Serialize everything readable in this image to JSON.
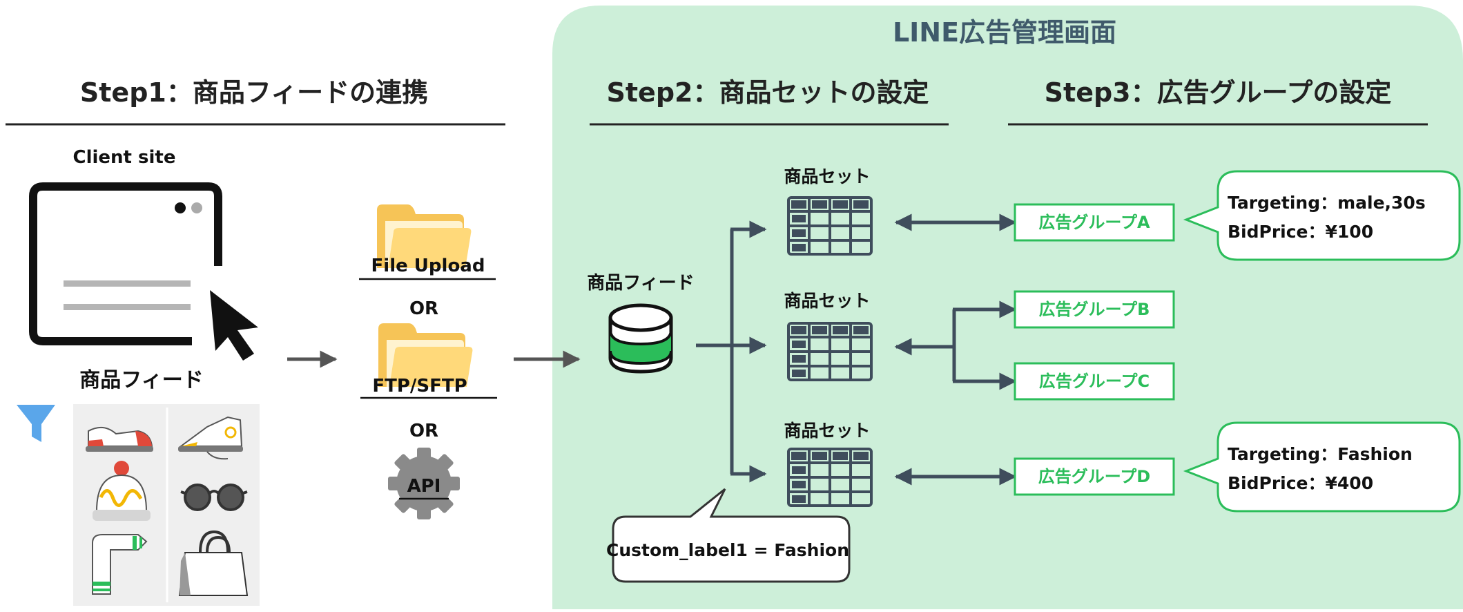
{
  "colors": {
    "panel": "#cdefd9",
    "accent_green": "#2bbd5a",
    "arrow": "#3f4d5c",
    "folder": "#ffd97a",
    "gear": "#8a8a8a",
    "filter": "#5aa6ea"
  },
  "panel_title": "LINE広告管理画面",
  "step1": {
    "title": "Step1：商品フィードの連携",
    "client_label": "Client site",
    "feed_label": "商品フィード",
    "methods": {
      "file_upload": "File Upload",
      "or_1": "OR",
      "ftp": "FTP/SFTP",
      "or_2": "OR",
      "api": "API"
    }
  },
  "step2": {
    "title": "Step2：商品セットの設定",
    "feed_label": "商品フィード",
    "set_label_1": "商品セット",
    "set_label_2": "商品セット",
    "set_label_3": "商品セット",
    "callout": "Custom_label1 = Fashion"
  },
  "step3": {
    "title": "Step3：広告グループの設定",
    "groups": [
      "広告グループA",
      "広告グループB",
      "広告グループC",
      "広告グループD"
    ],
    "bubble_a": {
      "line1": "Targeting：male,30s",
      "line2": "BidPrice：¥100"
    },
    "bubble_d": {
      "line1": "Targeting：Fashion",
      "line2": "BidPrice：¥400"
    }
  },
  "icons": [
    "filter-icon",
    "shoe-icon",
    "sneaker-icon",
    "beanie-icon",
    "sunglasses-icon",
    "scarf-icon",
    "tote-bag-icon",
    "cursor-icon",
    "folder-icon",
    "gear-icon",
    "database-icon",
    "table-icon"
  ]
}
